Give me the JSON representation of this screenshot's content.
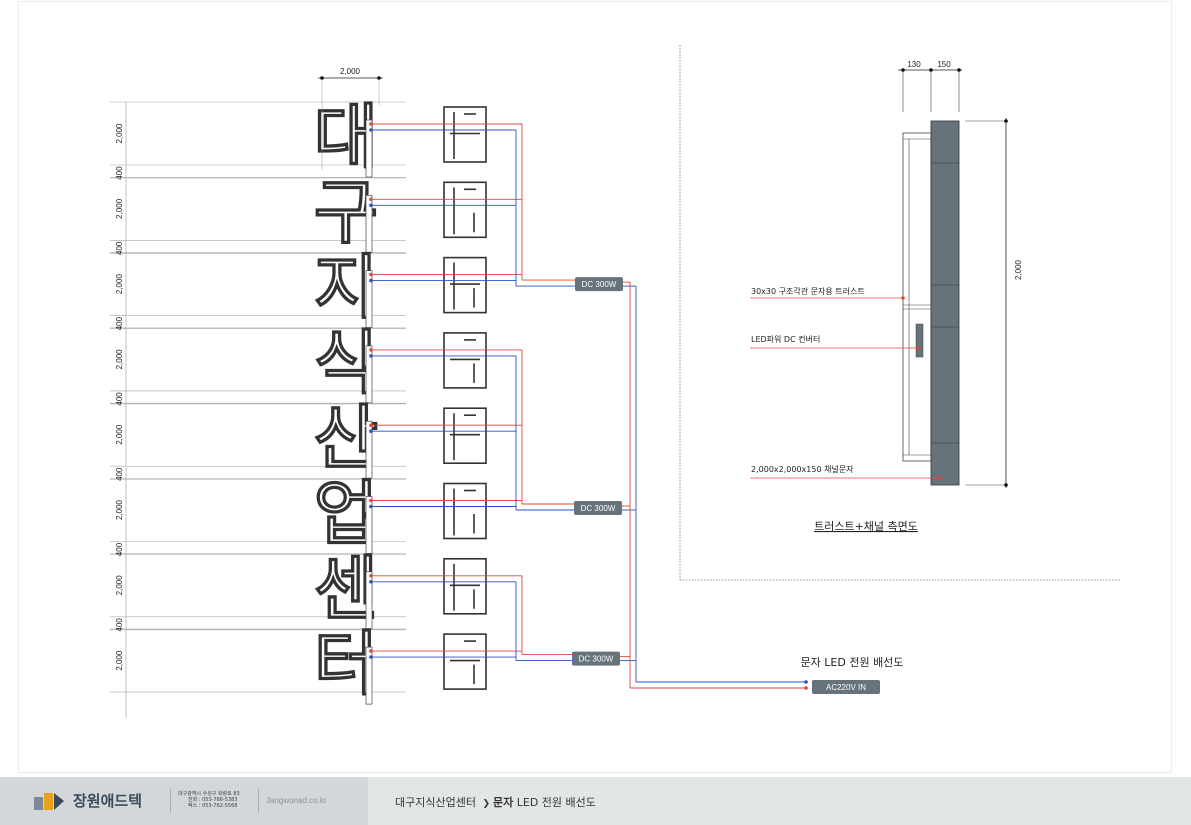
{
  "letters": [
    "대",
    "구",
    "지",
    "식",
    "산",
    "업",
    "센",
    "터"
  ],
  "dims": {
    "letter_width": "2,000",
    "letter_height": "2,000",
    "gap": "400",
    "side_w1": "130",
    "side_w2": "150",
    "side_height": "2,000"
  },
  "converters": [
    "DC 300W",
    "DC 300W",
    "DC 300W"
  ],
  "power_input": "AC220V IN",
  "diagram_title": "문자 LED 전원 배선도",
  "side_view": {
    "title": "트러스트+채널 측면도",
    "label_truss": "30x30 구조각관 문자용 트러스트",
    "label_converter": "LED파워  DC 컨버터",
    "label_channel": "2,000x2,000x150 채널문자"
  },
  "colors": {
    "red": "#e0463c",
    "blue": "#2d4fc4",
    "channel": "#66737a",
    "converter": "#66737a"
  },
  "footer": {
    "company": "장원애드텍",
    "address": "대구광역시 수성구 화랑로 83",
    "phone": "전화 : 053-766-5383",
    "fax": "팩스 : 053-762-5568",
    "website": "Jangwonad.co.kr",
    "crumb_project": "대구지식산업센터",
    "crumb_arrow": "❯",
    "crumb_bold": "문자",
    "crumb_rest": " LED 전원 배선도"
  }
}
